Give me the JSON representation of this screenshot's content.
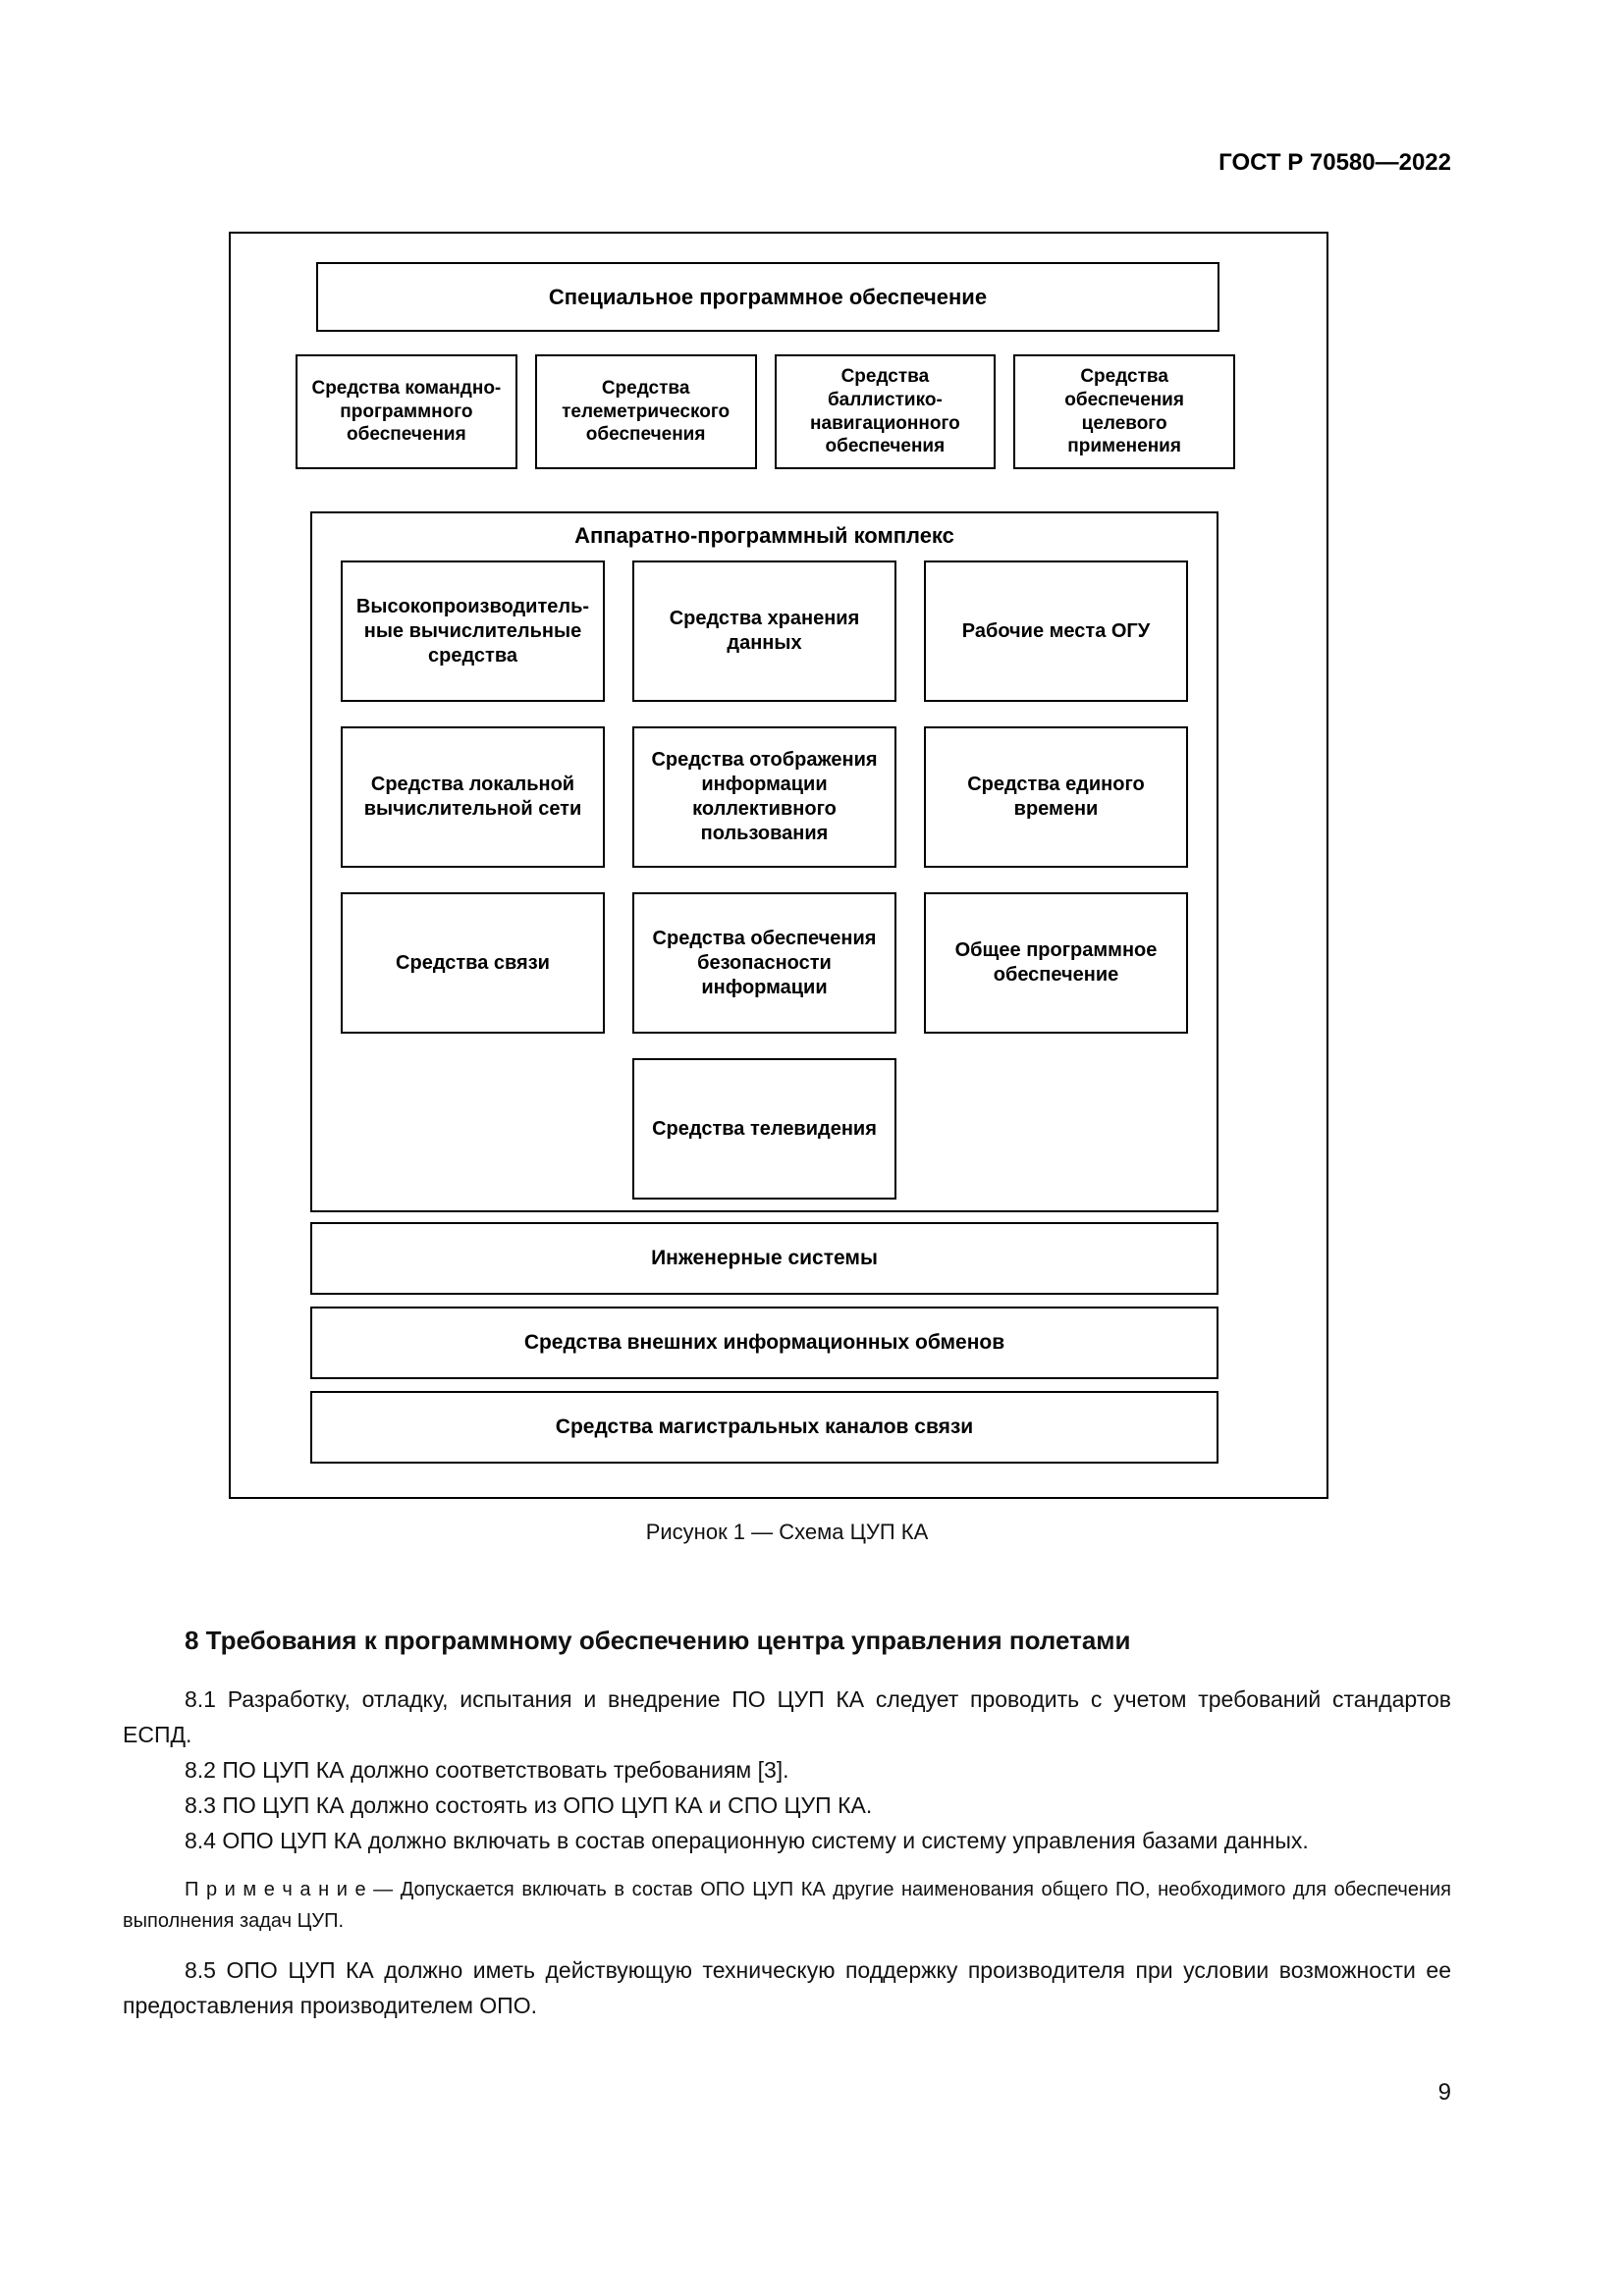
{
  "page": {
    "doc_code": "ГОСТ Р 70580—2022",
    "page_number": "9"
  },
  "figure": {
    "top_box": "Специальное программное обеспечение",
    "software_units": [
      "Средства командно-программного обеспечения",
      "Средства телеметрического обеспечения",
      "Средства баллистико-навигационного обеспечения",
      "Средства обеспечения целевого применения"
    ],
    "complex_title": "Аппаратно-программный комплекс",
    "complex_units": [
      "Высокопроизводитель­ные вычислительные средства",
      "Средства хранения данных",
      "Рабочие места ОГУ",
      "Средства локальной вычислительной сети",
      "Средства отображения информации коллективного пользования",
      "Средства единого времени",
      "Средства связи",
      "Средства обеспечения безопасности информации",
      "Общее программное обеспечение",
      "Средства телевидения"
    ],
    "bottom_units": [
      "Инженерные системы",
      "Средства внешних информационных обменов",
      "Средства магистральных каналов связи"
    ],
    "caption": "Рисунок 1 — Схема ЦУП КА"
  },
  "section": {
    "heading": "8  Требования к программному обеспечению центра управления полетами",
    "paragraphs": [
      "8.1  Разработку, отладку, испытания и внедрение ПО ЦУП КА следует проводить с учетом требо­ваний стандартов ЕСПД.",
      "8.2  ПО ЦУП КА должно соответствовать требованиям [3].",
      "8.3  ПО ЦУП КА должно состоять из ОПО ЦУП КА и СПО ЦУП КА.",
      "8.4  ОПО ЦУП КА должно включать в состав операционную систему и систему управления базами данных."
    ],
    "note": "П р и м е ч а н и е   — Допускается включать в состав ОПО ЦУП КА другие наименования общего ПО, необхо­димого для обеспечения выполнения задач ЦУП.",
    "paragraphs_after": [
      "8.5  ОПО ЦУП КА должно иметь действующую техническую поддержку производителя при усло­вии возможности ее предоставления производителем ОПО."
    ]
  }
}
